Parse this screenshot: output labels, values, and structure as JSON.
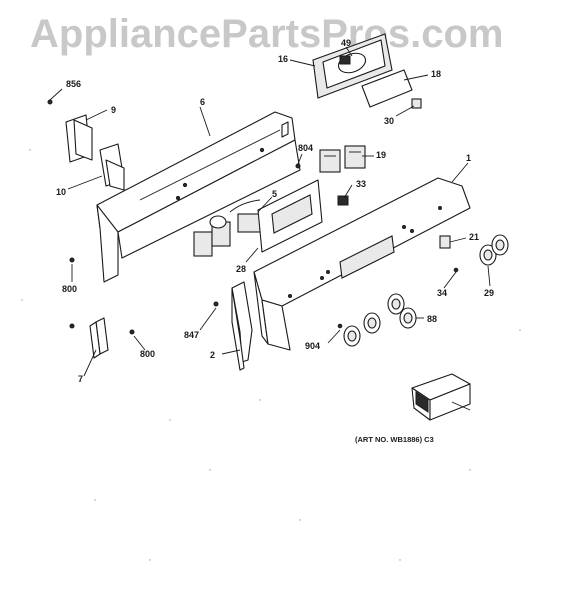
{
  "watermark": "AppliancePartsPros.com",
  "caption": "(ART NO. WB1886) C3",
  "callouts": {
    "p856": "856",
    "p9": "9",
    "p6": "6",
    "p16": "16",
    "p49": "49",
    "p18": "18",
    "p30": "30",
    "p10": "10",
    "p804": "804",
    "p19": "19",
    "p1": "1",
    "p33": "33",
    "p5": "5",
    "p21": "21",
    "p800a": "800",
    "p28": "28",
    "p29": "29",
    "p34": "34",
    "p847": "847",
    "p88": "88",
    "p904": "904",
    "p800b": "800",
    "p2": "2",
    "p7": "7"
  }
}
